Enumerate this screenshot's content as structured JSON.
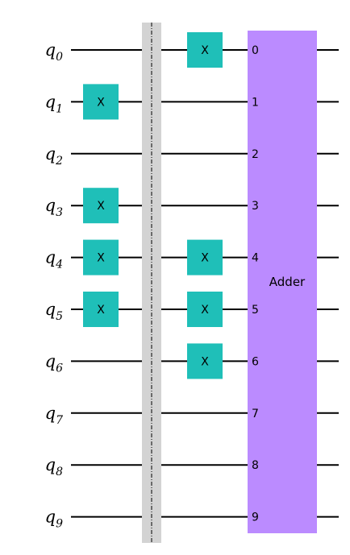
{
  "circuit": {
    "qubits": [
      "q0",
      "q1",
      "q2",
      "q3",
      "q4",
      "q5",
      "q6",
      "q7",
      "q8",
      "q9"
    ],
    "qubit_prefix": "q",
    "qubit_indices": [
      "0",
      "1",
      "2",
      "3",
      "4",
      "5",
      "6",
      "7",
      "8",
      "9"
    ],
    "gates_before_barrier": [
      {
        "label": "X",
        "qubit": 1
      },
      {
        "label": "X",
        "qubit": 3
      },
      {
        "label": "X",
        "qubit": 4
      },
      {
        "label": "X",
        "qubit": 5
      }
    ],
    "gates_after_barrier": [
      {
        "label": "X",
        "qubit": 0
      },
      {
        "label": "X",
        "qubit": 4
      },
      {
        "label": "X",
        "qubit": 5
      },
      {
        "label": "X",
        "qubit": 6
      }
    ],
    "adder": {
      "label": "Adder",
      "port_labels": [
        "0",
        "1",
        "2",
        "3",
        "4",
        "5",
        "6",
        "7",
        "8",
        "9"
      ]
    },
    "colors": {
      "wire": "#000000",
      "x_gate": "#1fbfb8",
      "adder": "#bb8bff",
      "barrier": "#d3d3d3",
      "barrier_line": "#000000"
    }
  }
}
